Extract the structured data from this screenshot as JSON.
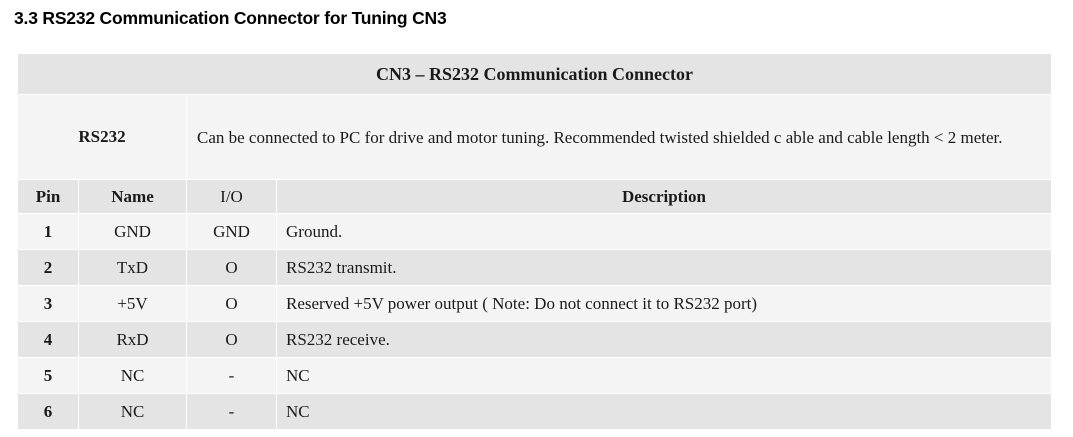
{
  "heading": "3.3 RS232 Communication Connector for Tuning CN3",
  "table": {
    "title": "CN3 – RS232 Communication Connector",
    "overview": {
      "label": "RS232",
      "description": "Can be connected to PC for drive and motor tuning. Recommended twisted shielded c able and cable length < 2 meter."
    },
    "columns": {
      "pin": "Pin",
      "name": "Name",
      "io": "I/O",
      "description": "Description"
    },
    "rows": [
      {
        "pin": "1",
        "name": "GND",
        "io": "GND",
        "description": "Ground."
      },
      {
        "pin": "2",
        "name": "TxD",
        "io": "O",
        "description": "RS232 transmit."
      },
      {
        "pin": "3",
        "name": "+5V",
        "io": "O",
        "description": "Reserved +5V power output ( Note: Do not connect it to RS232 port)"
      },
      {
        "pin": "4",
        "name": "RxD",
        "io": "O",
        "description": "RS232 receive."
      },
      {
        "pin": "5",
        "name": "NC",
        "io": "-",
        "description": "NC"
      },
      {
        "pin": "6",
        "name": "NC",
        "io": "-",
        "description": "NC"
      }
    ]
  },
  "colors": {
    "band_dark": "#e4e4e4",
    "band_light": "#f4f4f4",
    "page_background": "#ffffff",
    "text": "#1a1a1a"
  }
}
